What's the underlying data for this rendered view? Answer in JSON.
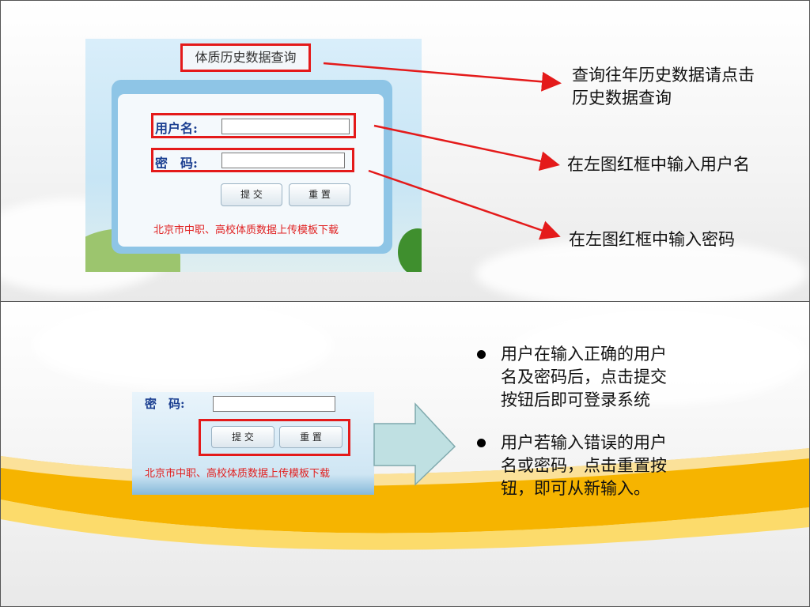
{
  "top": {
    "login_title": "体质历史数据查询",
    "username_label": "用户名:",
    "password_label": "密　码:",
    "submit_label": "提 交",
    "reset_label": "重 置",
    "download_link": "北京市中职、高校体质数据上传模板下载",
    "note_history": "查询往年历史数据请点击历史数据查询",
    "note_username": "在左图红框中输入用户名",
    "note_password": "在左图红框中输入密码",
    "annotation_color": "#e41a1a"
  },
  "bottom": {
    "password_label": "密　码:",
    "submit_label": "提 交",
    "reset_label": "重 置",
    "download_link": "北京市中职、高校体质数据上传模板下载",
    "bullets": [
      "用户在输入正确的用户名及密码后，点击提交按钮后即可登录系统",
      "用户若输入错误的用户名或密码，点击重置按钮，即可从新输入。"
    ],
    "arrow_color": "#bfe0e2",
    "swoosh_colors": [
      "#f6b400",
      "#ffd64a"
    ]
  }
}
